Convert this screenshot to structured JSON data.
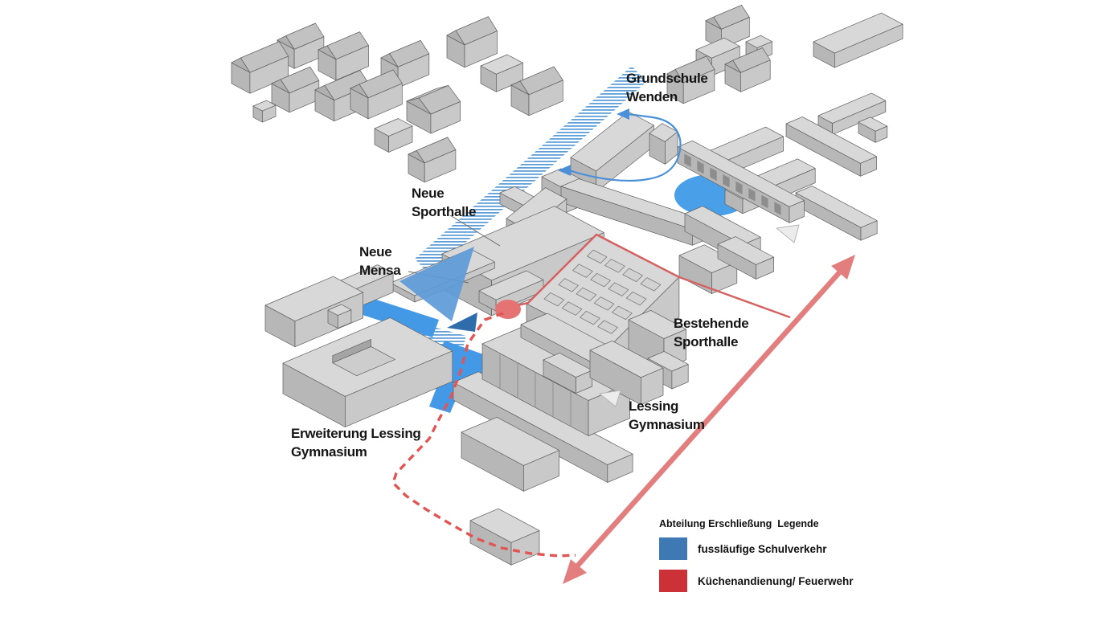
{
  "diagram": {
    "labels": {
      "grundschule": {
        "line1": "Grundschule",
        "line2": "Wenden"
      },
      "neue_sporthalle": {
        "line1": "Neue",
        "line2": "Sporthalle"
      },
      "neue_mensa": {
        "line1": "Neue",
        "line2": "Mensa"
      },
      "bestehende_sporthalle": {
        "line1": "Bestehende",
        "line2": "Sporthalle"
      },
      "lessing_gymnasium": {
        "line1": "Lessing",
        "line2": "Gymnasium"
      },
      "erweiterung": {
        "line1": "Erweiterung Lessing",
        "line2": "Gymnasium"
      }
    },
    "legend": {
      "title": "Abteilung Erschließung  Legende",
      "items": [
        {
          "key": "pedestrian",
          "label": "fussläufige Schulverkehr",
          "color": "#3e79b4"
        },
        {
          "key": "kitchen_fire",
          "label": "Küchenandienung/ Feuerwehr",
          "color": "#cb3136"
        }
      ]
    },
    "colors": {
      "walkway_blue": "#4499e6",
      "pool_blue": "#4aa0e8",
      "hatch_blue": "#5f9fd8",
      "triangle_blue": "#5d9bd8",
      "triangle_blue_dark": "#2f6cab",
      "path_blue": "#4a90d8",
      "route_red": "#e25555",
      "roofline_red": "#d66363",
      "arrow_red": "#e27e7e",
      "circle_red": "#e57373",
      "building_top": "#d8d8d8",
      "building_side_sw": "#b7b7b7",
      "building_side_se": "#c9c9c9"
    }
  }
}
